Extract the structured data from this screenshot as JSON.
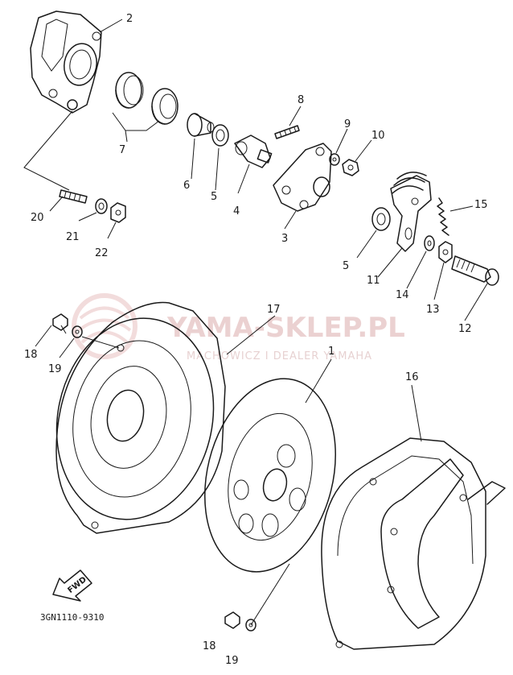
{
  "watermark": {
    "title": "YAMA-SKLEP.PL",
    "subtitle": "MACHOWICZ I DEALER YAMAHA",
    "color": "#e8c9c9"
  },
  "diagram": {
    "code": "3GN1110-9310",
    "fwd_label": "FWD",
    "labels": {
      "p1": "1",
      "p2": "2",
      "p3": "3",
      "p4": "4",
      "p5a": "5",
      "p5b": "5",
      "p6": "6",
      "p7": "7",
      "p8": "8",
      "p9": "9",
      "p10": "10",
      "p11": "11",
      "p12": "12",
      "p13": "13",
      "p14": "14",
      "p15": "15",
      "p16": "16",
      "p17": "17",
      "p18a": "18",
      "p18b": "18",
      "p19a": "19",
      "p19b": "19",
      "p20": "20",
      "p21": "21",
      "p22": "22"
    }
  }
}
